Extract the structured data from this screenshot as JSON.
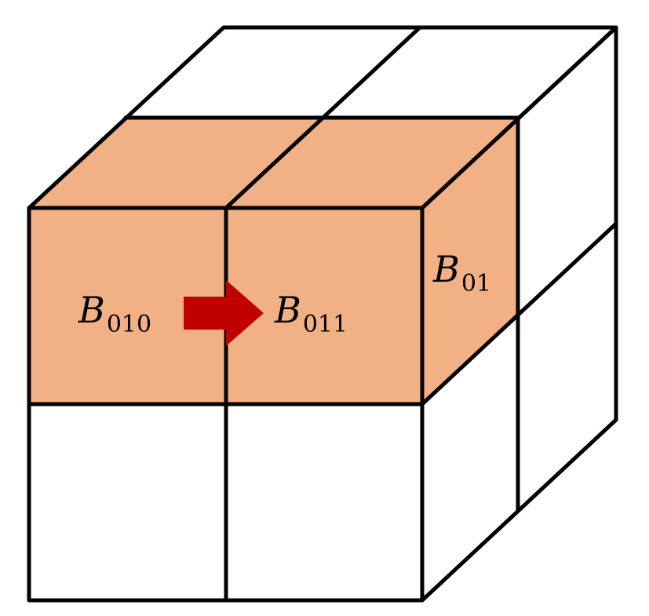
{
  "colors": {
    "highlight": "#f2b185",
    "arrow": "#c00000",
    "line": "#000000",
    "background": "#ffffff"
  },
  "labels": {
    "b010": {
      "main": "B",
      "sub": "010"
    },
    "b011": {
      "main": "B",
      "sub": "011"
    },
    "b01": {
      "main": "B",
      "sub": "01"
    }
  }
}
